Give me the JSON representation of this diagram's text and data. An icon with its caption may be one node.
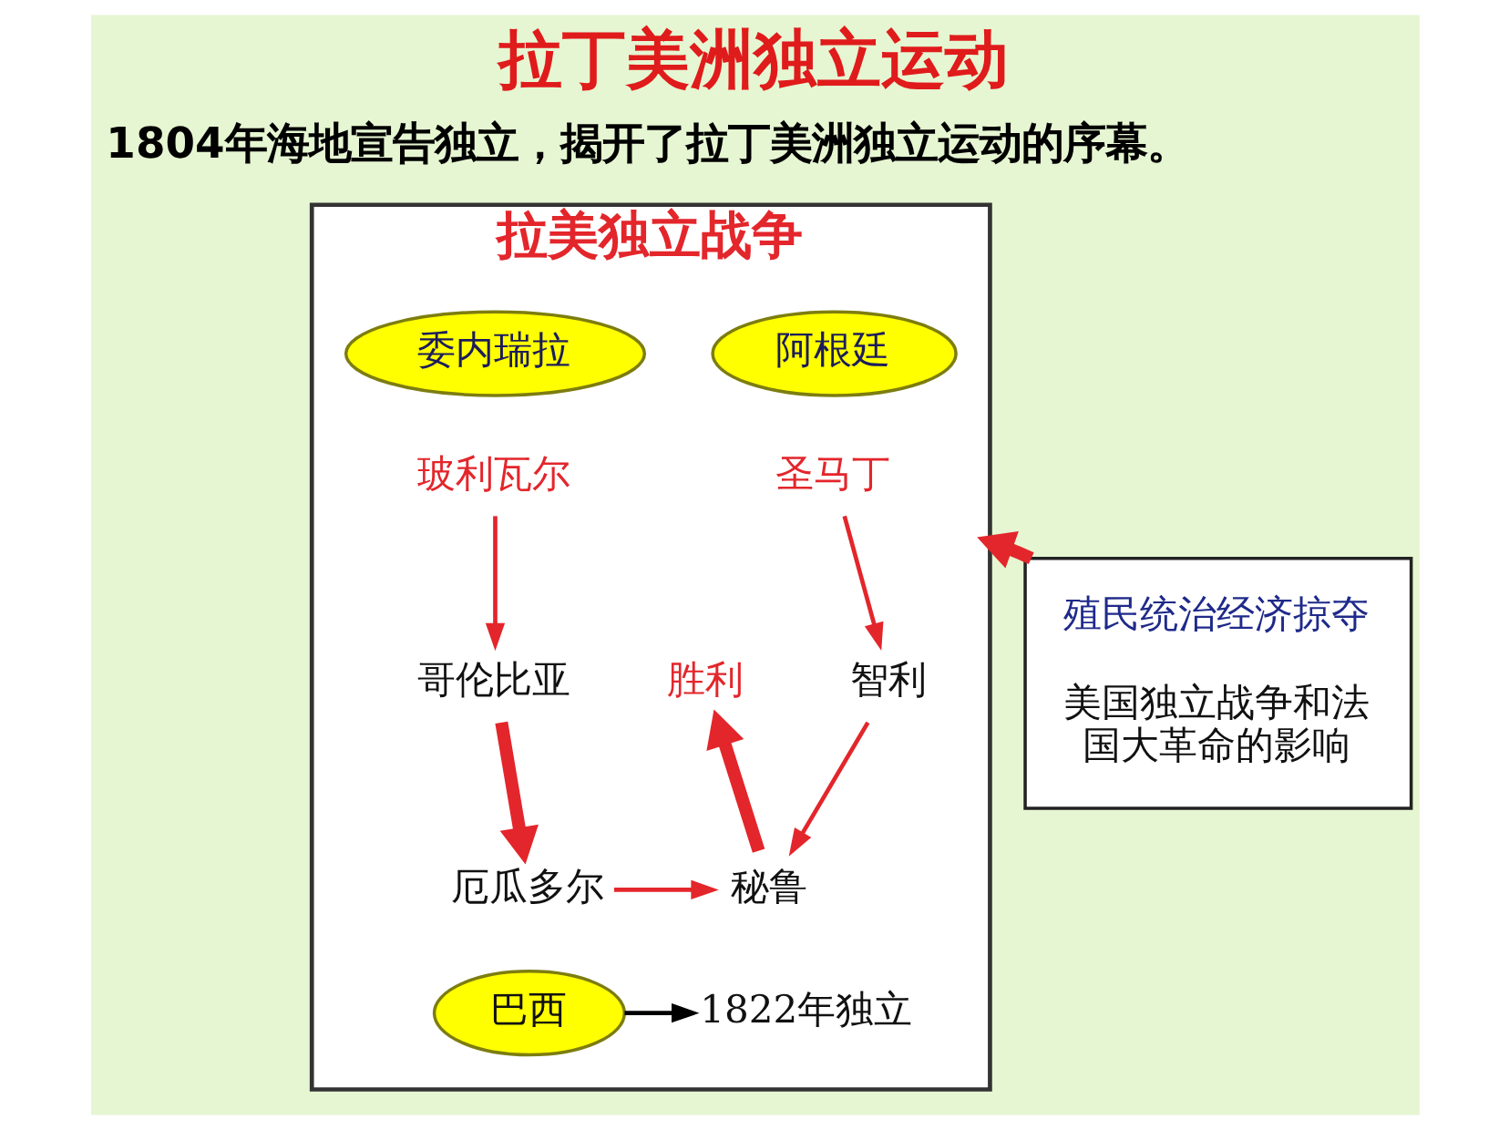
{
  "diagram": {
    "title": "拉丁美洲独立运动",
    "nodes": [
      {
        "text": [
          "殖民统治经济掠夺",
          "美国独立战争和法国大革命的影响"
        ]
      },
      {
        "text": [
          "拉美独立战争"
        ]
      },
      {
        "text": [
          "委内瑞拉"
        ],
        "in": 1
      },
      {
        "text": [
          "阿根廷"
        ],
        "in": 1
      },
      {
        "text": [
          "玻利瓦尔"
        ],
        "in": 1
      },
      {
        "text": [
          "圣马丁"
        ],
        "in": 1
      },
      {
        "text": [
          "胜利"
        ],
        "in": 1
      },
      {
        "text": [
          "哥伦比亚"
        ],
        "in": 1
      },
      {
        "text": [
          "智利"
        ],
        "in": 1
      },
      {
        "text": [
          "厄瓜多尔"
        ],
        "in": 1
      },
      {
        "text": [
          "秘鲁"
        ],
        "in": 1
      },
      {
        "text": [
          "巴西"
        ],
        "in": 1
      },
      {
        "text": [
          "1822年独立"
        ],
        "in": 1
      }
    ],
    "edges": [
      {
        "from": 0,
        "to": 1,
        "arrow": "to",
        "style": "thick"
      },
      {
        "from": 4,
        "to": 7,
        "arrow": "to"
      },
      {
        "from": 7,
        "to": 9,
        "arrow": "to",
        "style": "thick"
      },
      {
        "from": 9,
        "to": 10,
        "arrow": "to"
      },
      {
        "from": 5,
        "to": 8,
        "arrow": "to"
      },
      {
        "from": 8,
        "to": 10,
        "arrow": "to"
      },
      {
        "from": 10,
        "to": 6,
        "arrow": "to",
        "style": "thick"
      },
      {
        "from": 11,
        "to": 12,
        "arrow": "to",
        "color": "#000000"
      }
    ],
    "labels": [
      "1804年海地宣告独立，揭开了拉丁美洲独立运动的序幕。"
    ]
  }
}
